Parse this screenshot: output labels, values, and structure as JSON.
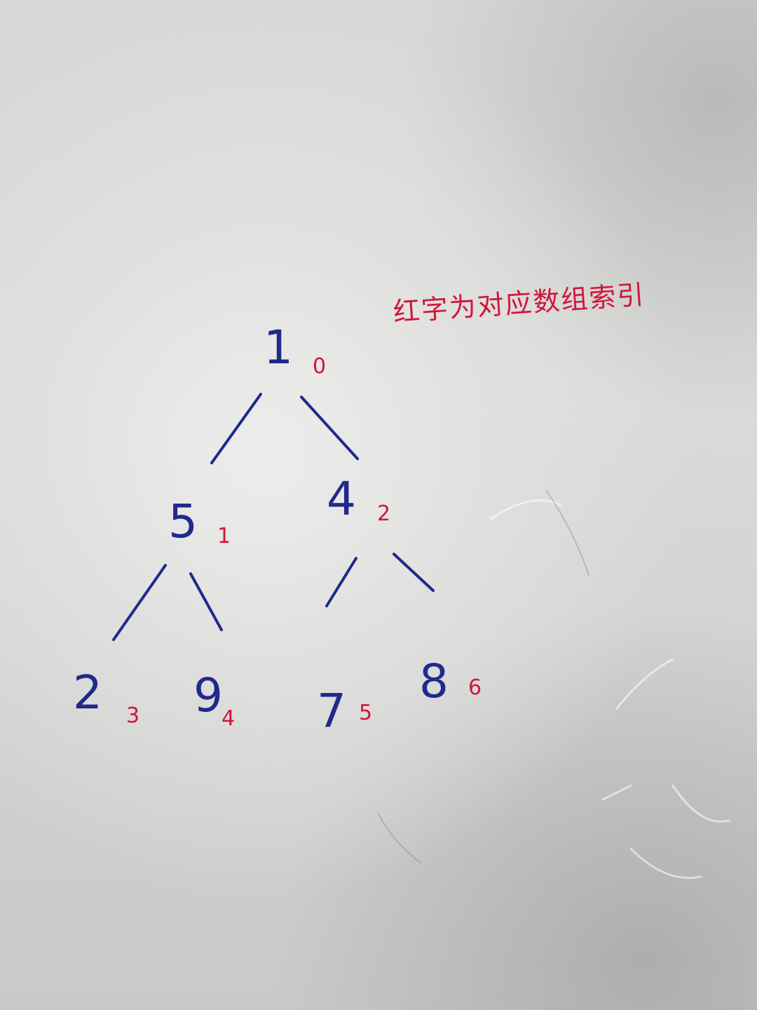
{
  "note": "红字为对应数组索引",
  "colors": {
    "ink_blue": "#1f2a8c",
    "ink_red": "#d0163c",
    "paper": "#dadad8"
  },
  "tree": {
    "nodes": [
      {
        "value": "1",
        "index": "0"
      },
      {
        "value": "5",
        "index": "1"
      },
      {
        "value": "4",
        "index": "2"
      },
      {
        "value": "2",
        "index": "3"
      },
      {
        "value": "9",
        "index": "4"
      },
      {
        "value": "7",
        "index": "5"
      },
      {
        "value": "8",
        "index": "6"
      }
    ],
    "edges": [
      {
        "from": 0,
        "to": 1
      },
      {
        "from": 0,
        "to": 2
      },
      {
        "from": 1,
        "to": 3
      },
      {
        "from": 1,
        "to": 4
      },
      {
        "from": 2,
        "to": 5
      },
      {
        "from": 2,
        "to": 6
      }
    ]
  }
}
